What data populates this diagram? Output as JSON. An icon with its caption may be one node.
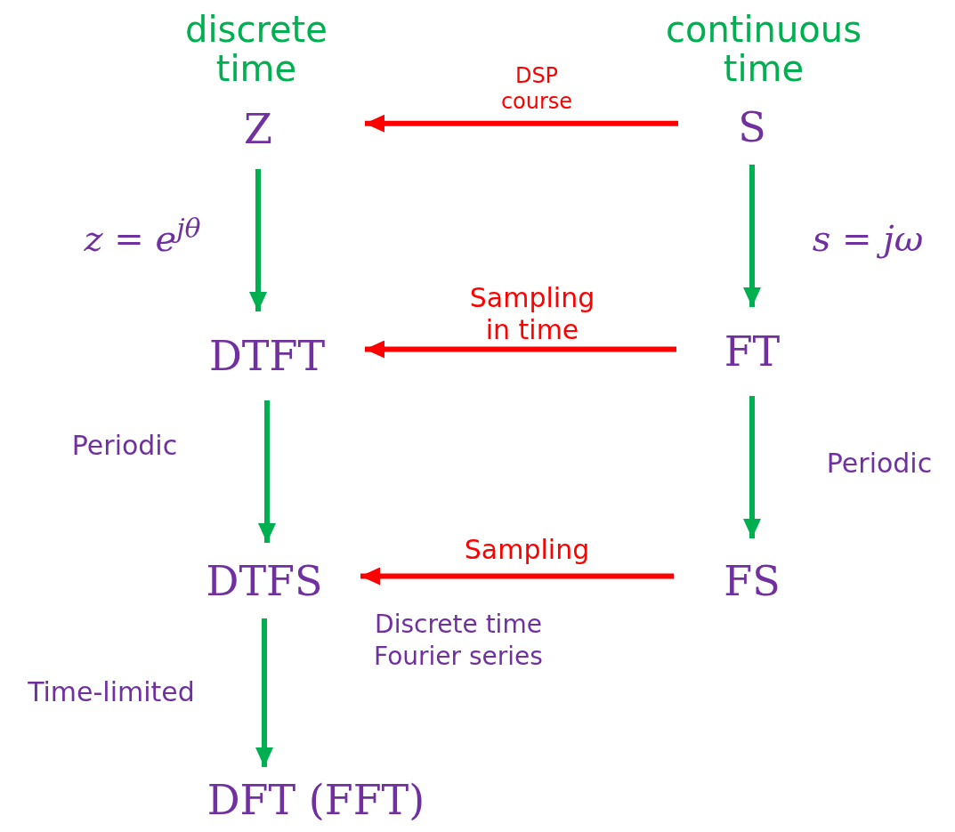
{
  "diagram": {
    "nodes": [
      {
        "text": [
          "Z"
        ]
      },
      {
        "text": [
          "S"
        ]
      },
      {
        "text": [
          "DTFT"
        ]
      },
      {
        "text": [
          "FT"
        ]
      },
      {
        "text": [
          "DTFS"
        ],
        "beside": [
          "Discrete time Fourier series"
        ]
      },
      {
        "text": [
          "FS"
        ]
      },
      {
        "text": [
          "DFT (FFT)"
        ]
      }
    ],
    "edges": [
      {
        "from": 1,
        "to": 0,
        "arrow": "to",
        "label": "DSP course",
        "color": "#ff0000"
      },
      {
        "from": 0,
        "to": 2,
        "arrow": "to",
        "label": "z = e$^{jθ}$"
      },
      {
        "from": 1,
        "to": 3,
        "arrow": "to",
        "label": "s = jω"
      },
      {
        "from": 3,
        "to": 2,
        "arrow": "to",
        "label": "Sampling in time",
        "color": "#ff0000"
      },
      {
        "from": 2,
        "to": 4,
        "arrow": "to",
        "label": "Periodic"
      },
      {
        "from": 3,
        "to": 5,
        "arrow": "to",
        "label": "Periodic"
      },
      {
        "from": 5,
        "to": 4,
        "arrow": "to",
        "label": "Sampling",
        "color": "#ff0000"
      },
      {
        "from": 4,
        "to": 6,
        "arrow": "to",
        "label": "Time-limited"
      }
    ],
    "labels": [
      "discrete time",
      "continuous time"
    ]
  }
}
